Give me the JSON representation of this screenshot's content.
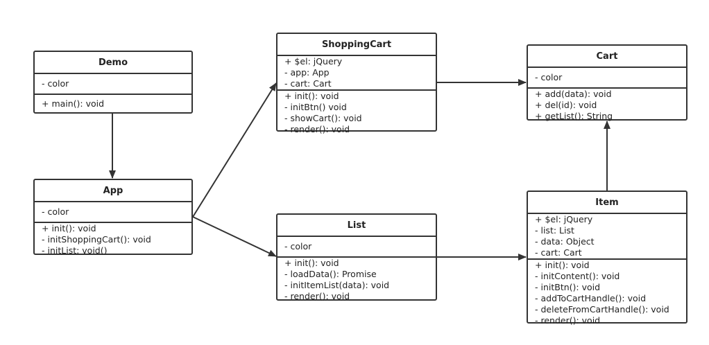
{
  "classes": {
    "demo": {
      "name": "Demo",
      "attributes": [
        "- color"
      ],
      "methods": [
        "+ main(): void"
      ]
    },
    "app": {
      "name": "App",
      "attributes": [
        "- color"
      ],
      "methods": [
        "+ init(): void",
        "- initShoppingCart(): void",
        "- initList: void()"
      ]
    },
    "shoppingcart": {
      "name": "ShoppingCart",
      "attributes": [
        "+ $el: jQuery",
        "- app: App",
        "- cart: Cart"
      ],
      "methods": [
        "+ init(): void",
        "- initBtn() void",
        "- showCart(): void",
        "- render(): void"
      ]
    },
    "list": {
      "name": "List",
      "attributes": [
        "- color"
      ],
      "methods": [
        "+ init(): void",
        "- loadData(): Promise",
        "- initItemList(data): void",
        "- render(): void"
      ]
    },
    "cart": {
      "name": "Cart",
      "attributes": [
        "- color"
      ],
      "methods": [
        "+ add(data): void",
        "+ del(id): void",
        "+ getList(): String"
      ]
    },
    "item": {
      "name": "Item",
      "attributes": [
        "+ $el: jQuery",
        "- list: List",
        "- data: Object",
        "- cart: Cart"
      ],
      "methods": [
        "+ init(): void",
        "- initContent(): void",
        "- initBtn(): void",
        "- addToCartHandle(): void",
        "- deleteFromCartHandle(): void",
        "- render(): void"
      ]
    }
  },
  "relations": [
    {
      "from": "Demo",
      "to": "App"
    },
    {
      "from": "App",
      "to": "ShoppingCart"
    },
    {
      "from": "App",
      "to": "List"
    },
    {
      "from": "ShoppingCart",
      "to": "Cart"
    },
    {
      "from": "List",
      "to": "Item"
    },
    {
      "from": "Item",
      "to": "Cart"
    }
  ]
}
